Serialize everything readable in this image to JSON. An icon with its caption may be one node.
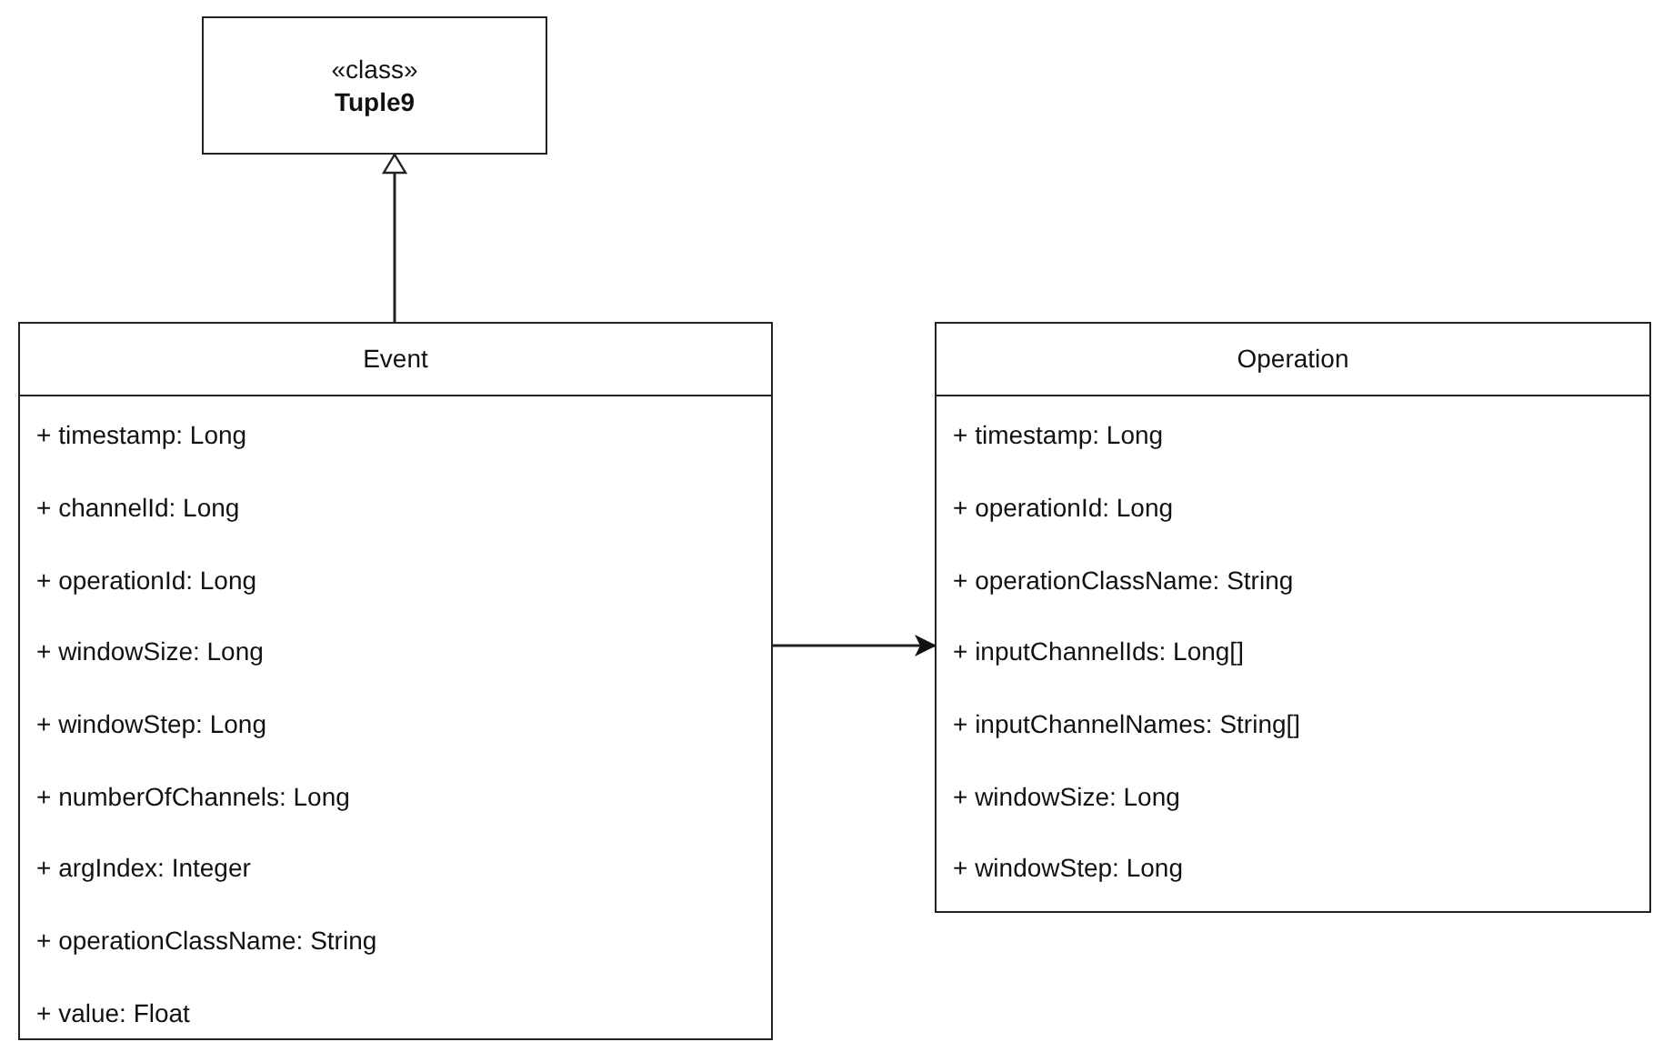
{
  "diagram": {
    "nodes": [
      {
        "text": [
          "«class»",
          "Tuple9"
        ]
      },
      {
        "text": [
          "Event",
          "+ timestamp: Long",
          "+ channelId: Long",
          "+ operationId: Long",
          "+ windowSize: Long",
          "+ windowStep: Long",
          "+ numberOfChannels: Long",
          "+ argIndex: Integer",
          "+ operationClassName: String",
          "+ value: Float"
        ]
      },
      {
        "text": [
          "Operation",
          "+ timestamp: Long",
          "+ operationId: Long",
          "+ operationClassName: String",
          "+ inputChannelIds: Long[]",
          "+ inputChannelNames: String[]",
          "+ windowSize: Long",
          "+ windowStep: Long"
        ]
      }
    ],
    "edges": [
      {
        "from": 1,
        "to": 0,
        "arrow": "to"
      },
      {
        "from": 1,
        "to": 2,
        "arrow": "to"
      }
    ]
  }
}
